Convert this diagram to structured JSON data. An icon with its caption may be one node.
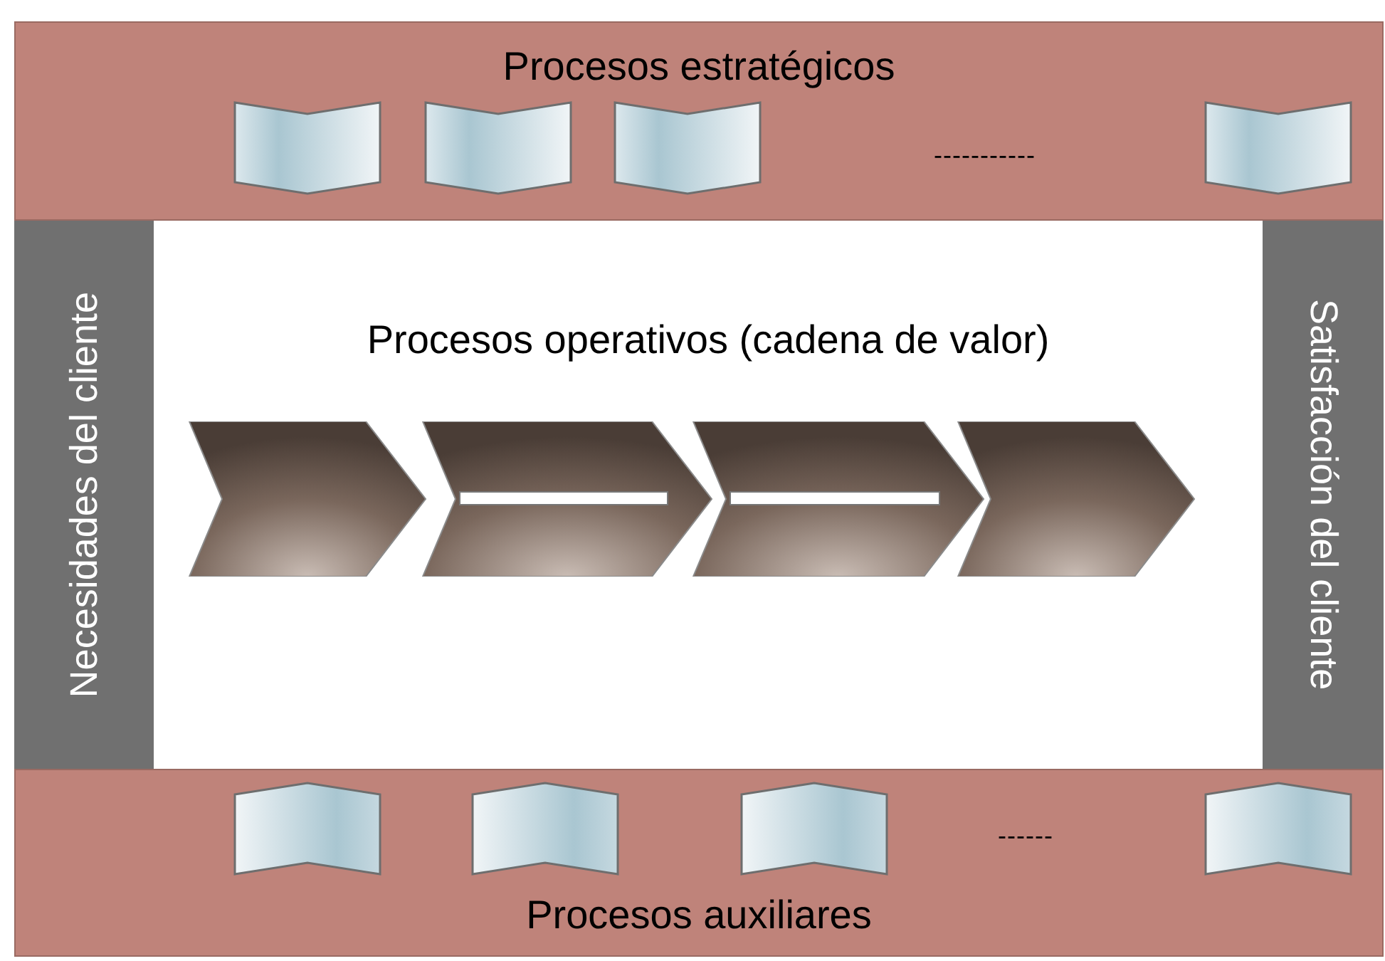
{
  "diagram": {
    "nodes": [
      {
        "text": [
          "Procesos estratégicos"
        ]
      },
      {
        "text": [],
        "shape": "banner",
        "in": 0
      },
      {
        "text": [],
        "shape": "banner",
        "in": 0
      },
      {
        "text": [],
        "shape": "banner",
        "in": 0
      },
      {
        "text": [],
        "shape": "banner",
        "in": 0
      },
      {
        "text": [
          "Necesidades del cliente"
        ]
      },
      {
        "text": [
          "Procesos operativos (cadena de valor)"
        ]
      },
      {
        "text": [
          "Satisfacción del cliente"
        ]
      },
      {
        "text": [
          "Procesos auxiliares"
        ]
      },
      {
        "text": [],
        "shape": "banner",
        "in": 8
      },
      {
        "text": [],
        "shape": "banner",
        "in": 8
      },
      {
        "text": [],
        "shape": "banner",
        "in": 8
      },
      {
        "text": [],
        "shape": "banner",
        "in": 8
      }
    ],
    "labels": [
      "-----------",
      "------"
    ]
  }
}
